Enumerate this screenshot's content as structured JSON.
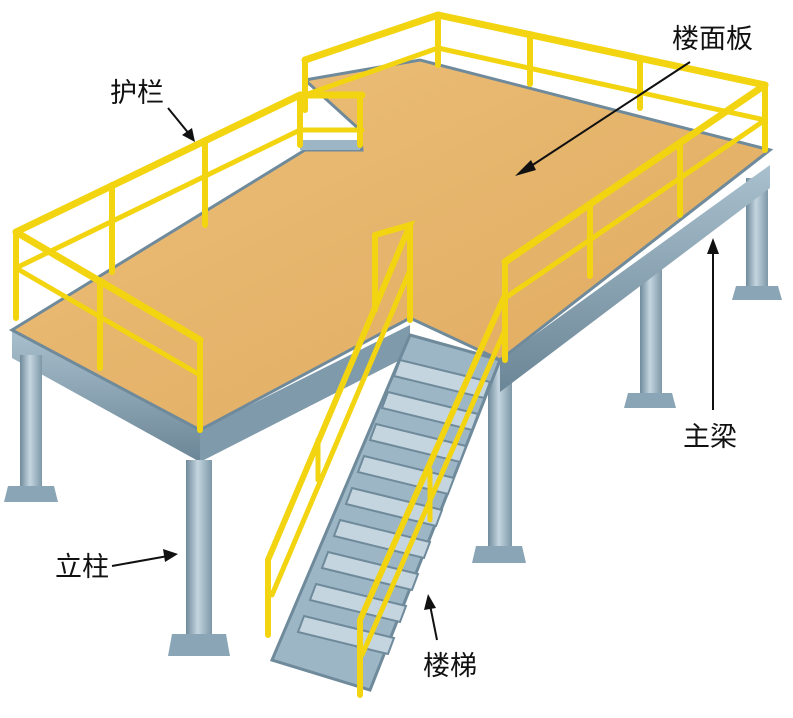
{
  "labels": {
    "floor_plate": "楼面板",
    "guardrail": "护栏",
    "main_beam": "主梁",
    "column": "立柱",
    "stairs": "楼梯"
  },
  "colors": {
    "floor": "#E8B66A",
    "rail": "#F2D411",
    "steel": "#9CB6C6",
    "steel_dark": "#6F8A9B",
    "label": "#111111"
  }
}
